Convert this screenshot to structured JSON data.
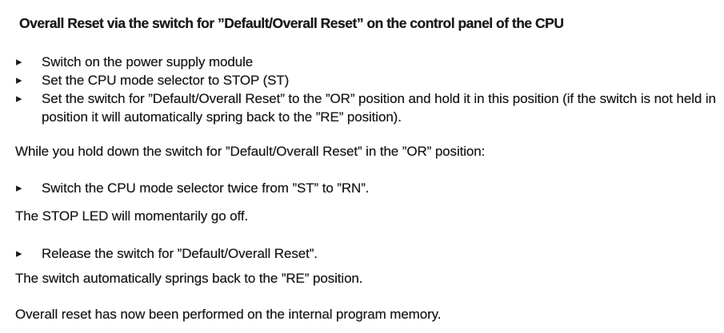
{
  "colors": {
    "text": "#1a1a1a",
    "background": "#ffffff"
  },
  "content": {
    "bullet_char": "▸",
    "heading": "Overall Reset via the switch for ”Default/Overall Reset” on the control panel of the CPU",
    "initial_steps": [
      "Switch on the power supply module",
      "Set the CPU mode selector to STOP (ST)",
      "Set the switch for ”Default/Overall Reset” to the ”OR” position and hold it in this position (if the switch is not held in position it will automatically spring back to the ”RE” position)."
    ],
    "para_hold": "While you hold down the switch for ”Default/Overall Reset” in the ”OR” position:",
    "step_mode_selector": "Switch the CPU mode selector twice from ”ST” to ”RN”.",
    "para_stop_led": "The STOP LED will momentarily go off.",
    "step_release": "Release the switch for ”Default/Overall Reset”.",
    "para_spring_back": "The switch automatically springs back to the ”RE” position.",
    "para_result": "Overall reset has now been performed on the internal program memory."
  }
}
